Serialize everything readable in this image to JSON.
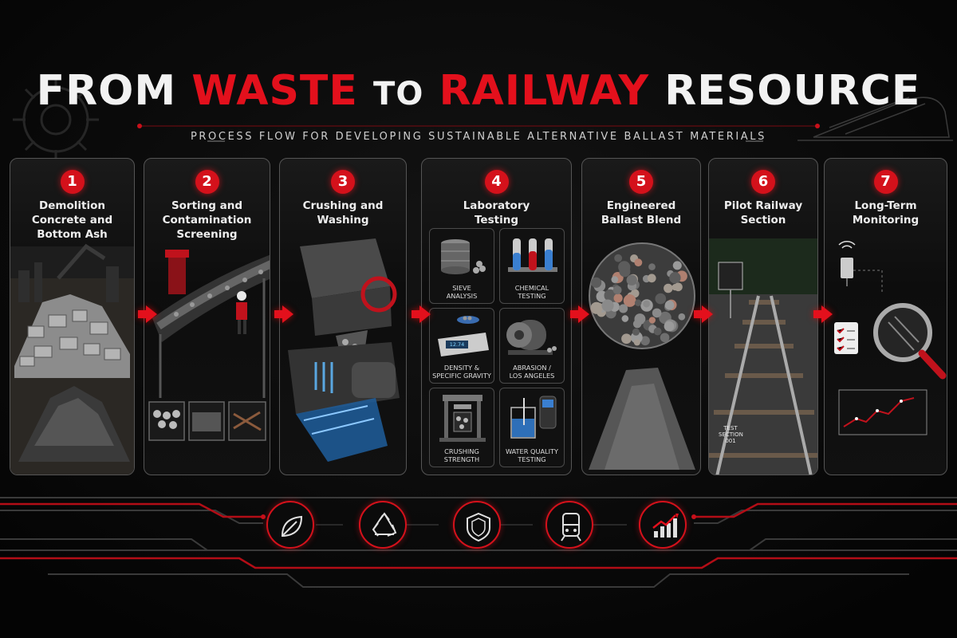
{
  "title": {
    "part1": "FROM",
    "part2": "WASTE",
    "part3": "TO",
    "part4": "RAILWAY",
    "part5": "RESOURCE"
  },
  "subtitle": "PROCESS FLOW FOR DEVELOPING SUSTAINABLE ALTERNATIVE BALLAST MATERIALS",
  "colors": {
    "accent": "#e3101c",
    "background": "#070707",
    "text": "#f2f2f2"
  },
  "steps": [
    {
      "number": "1",
      "title": "Demolition\nConcrete and\nBottom Ash"
    },
    {
      "number": "2",
      "title": "Sorting and\nContamination\nScreening"
    },
    {
      "number": "3",
      "title": "Crushing and\nWashing"
    },
    {
      "number": "4",
      "title": "Laboratory\nTesting"
    },
    {
      "number": "5",
      "title": "Engineered\nBallast Blend"
    },
    {
      "number": "6",
      "title": "Pilot Railway\nSection"
    },
    {
      "number": "7",
      "title": "Long-Term\nMonitoring"
    }
  ],
  "lab_tests": [
    {
      "label": "SIEVE\nANALYSIS",
      "icon": "sieve-stack-icon"
    },
    {
      "label": "CHEMICAL\nTESTING",
      "icon": "test-tubes-icon"
    },
    {
      "label": "DENSITY &\nSPECIFIC GRAVITY",
      "icon": "scale-icon"
    },
    {
      "label": "ABRASION /\nLOS ANGELES",
      "icon": "abrasion-drum-icon"
    },
    {
      "label": "CRUSHING\nSTRENGTH",
      "icon": "press-icon"
    },
    {
      "label": "WATER QUALITY\nTESTING",
      "icon": "water-meter-icon"
    }
  ],
  "scale_readout": "12.74",
  "test_sign": "TEST\nSECTION\n001",
  "footer_icons": [
    "leaf-icon",
    "recycle-icon",
    "shield-icon",
    "train-icon",
    "growth-chart-icon"
  ]
}
